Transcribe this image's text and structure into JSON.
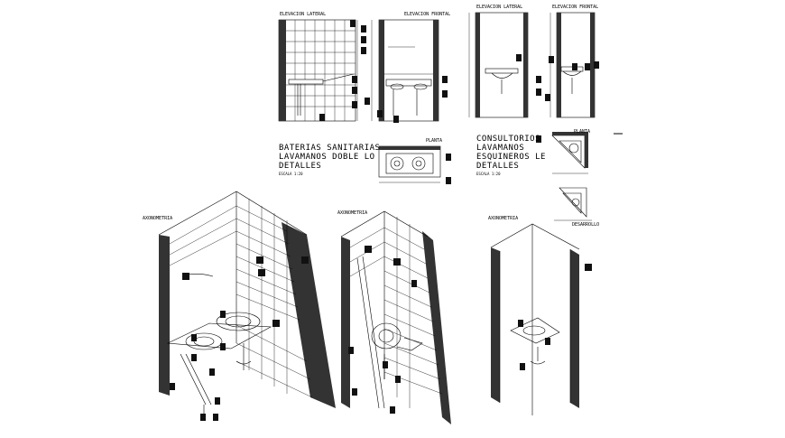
{
  "sheet": {
    "background": "#ffffff",
    "ink": "#000000"
  },
  "views": {
    "double_lateral": "ELEVACION LATERAL",
    "double_frontal": "ELEVACION FRONTAL",
    "corner_lateral": "ELEVACION LATERAL",
    "corner_frontal": "ELEVACION FRONTAL",
    "double_plan": "PLANTA",
    "corner_plan": "PLANTA",
    "corner_desarrollo": "DESARROLLO",
    "axo_1": "AXONOMETRIA",
    "axo_2": "AXONOMETRIA",
    "axo_3": "AXONOMETRIA"
  },
  "titles": {
    "double": {
      "line1": "BATERIAS SANITARIAS",
      "line2": "LAVAMANOS DOBLE LO",
      "line3": "DETALLES",
      "scale": "ESCALA 1:20"
    },
    "corner": {
      "line1": "CONSULTORIOS",
      "line2": "LAVAMANOS",
      "line3": "ESQUINEROS LE",
      "line4": "DETALLES",
      "scale": "ESCALA 1:20"
    }
  }
}
